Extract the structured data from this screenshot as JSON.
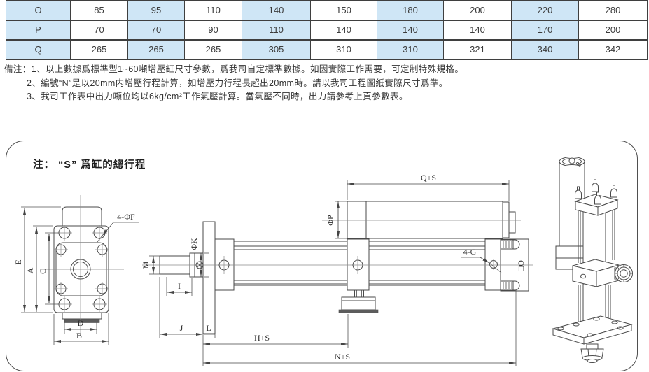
{
  "table": {
    "rows": [
      {
        "label": "O",
        "values": [
          "85",
          "95",
          "110",
          "140",
          "150",
          "180",
          "200",
          "220",
          "280"
        ]
      },
      {
        "label": "P",
        "values": [
          "70",
          "70",
          "90",
          "110",
          "140",
          "140",
          "140",
          "170",
          "200"
        ]
      },
      {
        "label": "Q",
        "values": [
          "265",
          "265",
          "265",
          "305",
          "310",
          "310",
          "321",
          "340",
          "342"
        ]
      }
    ]
  },
  "notes": {
    "line1": "備注：1、以上數據爲標準型1~60噸增壓缸尺寸參數，爲我司自定標準數據。如因實際工作需要，可定制特殊規格。",
    "line2": "2、編號“N”是以20mm内增壓行程計算，如增壓力行程長超出20mm時。請以我司工程圖紙實際尺寸爲準。",
    "line3": "3、我司工作表中出力噸位均以6kg/cm²工作氣壓計算。當氣壓不同時，出力請參考上頁參數表。"
  },
  "diagram": {
    "note": "注： “S” 爲缸的總行程",
    "labels": {
      "e": "E",
      "a": "A",
      "c": "C",
      "d": "D",
      "b": "B",
      "f4": "4-ΦF",
      "m": "M",
      "k": "ΦK",
      "i": "I",
      "j": "J",
      "l": "L",
      "hs": "H+S",
      "ns": "N+S",
      "qs": "Q+S",
      "p": "ΦP",
      "g4": "4-G",
      "o": "□O"
    }
  },
  "colors": {
    "table_blue": "#cfe6f6",
    "line": "#4a4a4a"
  }
}
